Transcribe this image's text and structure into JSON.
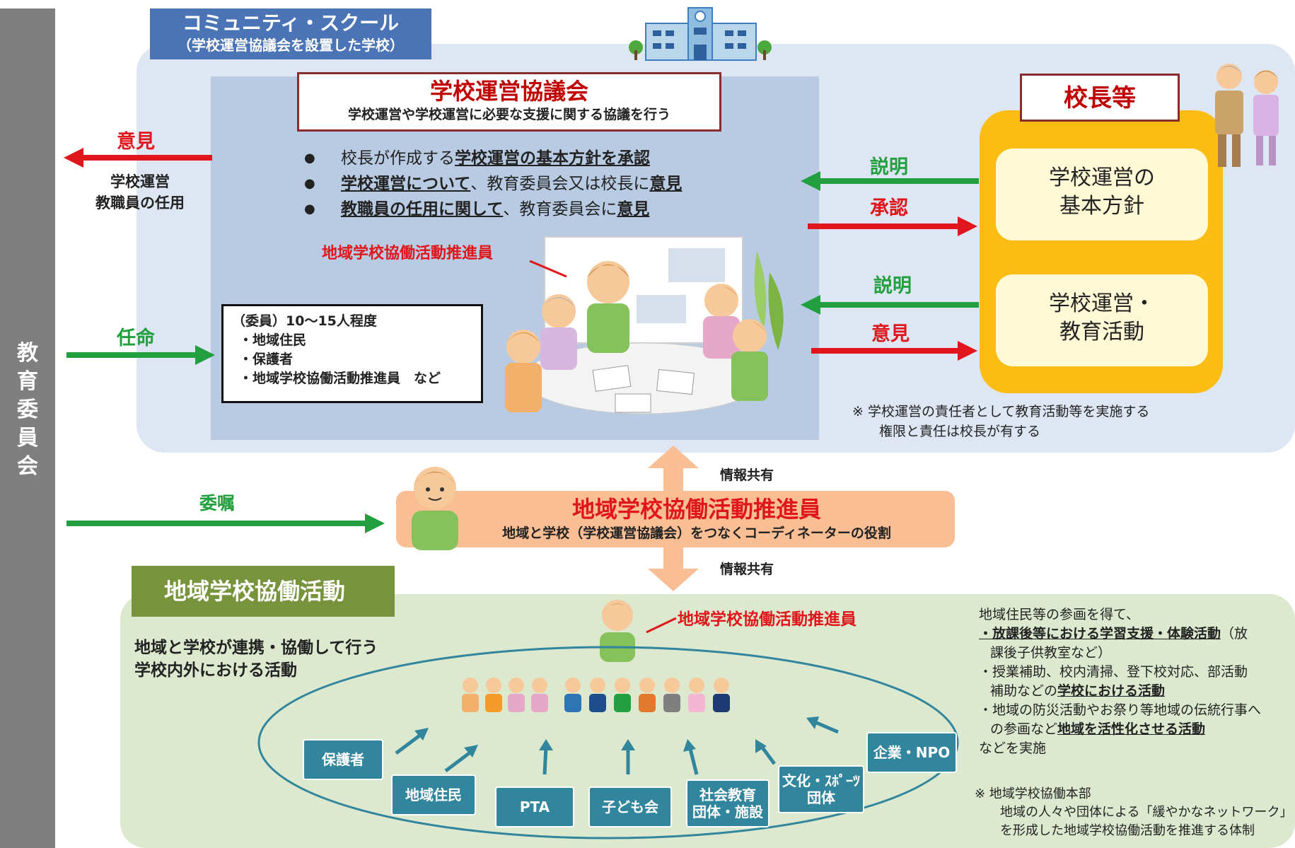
{
  "board": {
    "label_chars": [
      "教",
      "育",
      "委",
      "員",
      "会"
    ]
  },
  "community_school": {
    "title": "コミュニティ・スクール",
    "subtitle": "（学校運営協議会を設置した学校）"
  },
  "council": {
    "title": "学校運営協議会",
    "subtitle": "学校運営や学校運営に必要な支援に関する協議を行う",
    "bullets": [
      {
        "pre": "校長が作成する",
        "u": "学校運営の基本方針を承認",
        "post": ""
      },
      {
        "pre": "",
        "u": "学校運営について",
        "post": "、教育委員会又は校長に",
        "u2": "意見"
      },
      {
        "pre": "",
        "u": "教職員の任用に関して",
        "post": "、教育委員会に",
        "u2": "意見"
      }
    ],
    "coordinator_label": "地域学校協働活動推進員",
    "members": [
      "（委員）10～15人程度",
      "・地域住民",
      "・保護者",
      "・地域学校協働活動推進員　など"
    ]
  },
  "left_arrows": {
    "opinion": "意見",
    "opinion_note": [
      "学校運営",
      "教職員の任用"
    ],
    "appoint": "任命",
    "commission": "委嘱"
  },
  "principal": {
    "title": "校長等",
    "policy": [
      "学校運営の",
      "基本方針"
    ],
    "activity": [
      "学校運営・",
      "教育活動"
    ],
    "note": [
      "※ 学校運営の責任者として教育活動等を実施する",
      "　　権限と責任は校長が有する"
    ]
  },
  "mid_arrows": {
    "explain1": "説明",
    "approve": "承認",
    "explain2": "説明",
    "opinion": "意見"
  },
  "info_share": "情報共有",
  "coordinator": {
    "title": "地域学校協働活動推進員",
    "subtitle": "地域と学校（学校運営協議会）をつなくコーディネーターの役割"
  },
  "activity": {
    "tag": "地域学校協働活動",
    "desc": [
      "地域と学校が連携・協働して行う",
      "学校内外における活動"
    ],
    "coordinator_label": "地域学校協働活動推進員",
    "groups": [
      "保護者",
      "地域住民",
      "PTA",
      "子ども会",
      "社会教育\n団体・施設",
      "文化・ｽﾎﾟｰﾂ\n団体",
      "企業・NPO"
    ],
    "right_intro": "地域住民等の参画を得て、",
    "right_items": [
      {
        "u": "・放課後等における学習支援・体験活動",
        "rest": "（放",
        "cont": "課後子供教室など）"
      },
      {
        "u": "",
        "rest": "・授業補助、校内清掃、登下校対応、部活動",
        "cont_pre": "補助などの",
        "cont_u": "学校における活動"
      },
      {
        "u": "",
        "rest": "・地域の防災活動やお祭り等地域の伝統行事へ",
        "cont_pre": "の参画など",
        "cont_u": "地域を活性化させる活動"
      }
    ],
    "right_outro": "などを実施",
    "hq_note": [
      "※ 地域学校協働本部",
      "　　地域の人々や団体による「緩やかなネットワーク」",
      "　　を形成した地域学校協働活動を推進する体制"
    ]
  },
  "colors": {
    "red": "#e0161c",
    "green": "#22a040",
    "principal_frame": "#fbbd14",
    "activity_tag": "#77933c",
    "coord_band": "#f9be94",
    "group_box": "#31859c"
  }
}
